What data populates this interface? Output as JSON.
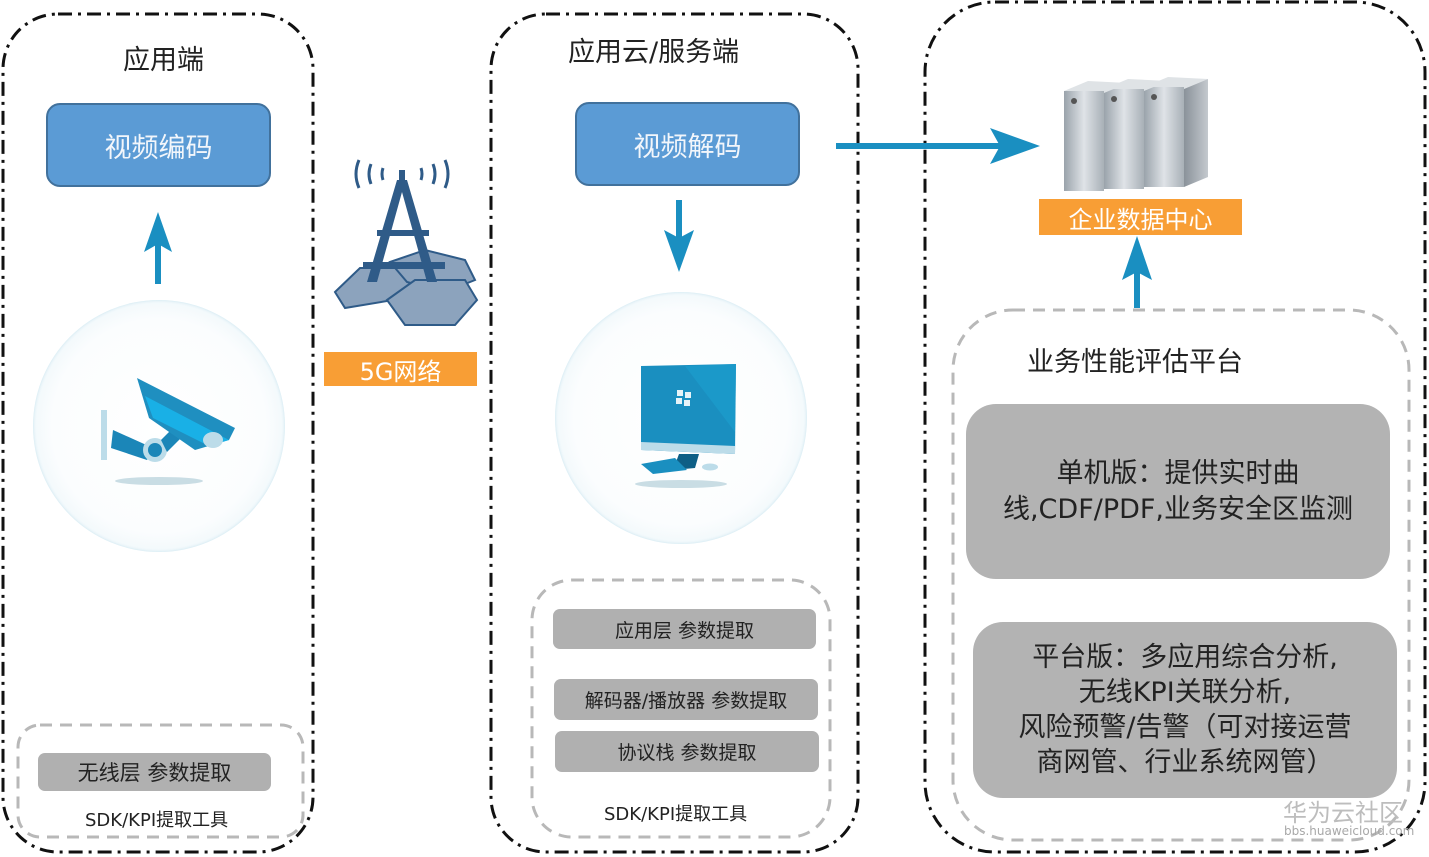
{
  "colors": {
    "arrow": "#1a8fc1",
    "blue_box": "#5b9bd5",
    "orange_label": "#f89e35",
    "gray_block": "#b0b0b0",
    "dash_gray": "#b8b8b8"
  },
  "panels": {
    "app_side": {
      "title": "应用端",
      "process_box": "视频编码",
      "device_icon": "surveillance-camera-icon",
      "sdk": {
        "items": [
          "无线层 参数提取"
        ],
        "caption": "SDK/KPI提取工具"
      }
    },
    "network": {
      "icon": "5g-tower-icon",
      "label": "5G网络"
    },
    "cloud_side": {
      "title": "应用云/服务端",
      "process_box": "视频解码",
      "device_icon": "desktop-computer-icon",
      "sdk": {
        "items": [
          "应用层 参数提取",
          "解码器/播放器 参数提取",
          "协议栈 参数提取"
        ],
        "caption": "SDK/KPI提取工具"
      }
    },
    "enterprise": {
      "datacenter_icon": "server-rack-icon",
      "datacenter_label": "企业数据中心",
      "platform": {
        "title": "业务性能评估平台",
        "standalone": [
          "单机版：提供实时曲",
          "线,CDF/PDF,业务安全区监测"
        ],
        "platform_edition": [
          "平台版：多应用综合分析,",
          "无线KPI关联分析,",
          "风险预警/告警（可对接运营",
          "商网管、行业系统网管）"
        ]
      }
    }
  },
  "watermark": {
    "title": "华为云社区",
    "url": "bbs.huaweicloud.com"
  }
}
